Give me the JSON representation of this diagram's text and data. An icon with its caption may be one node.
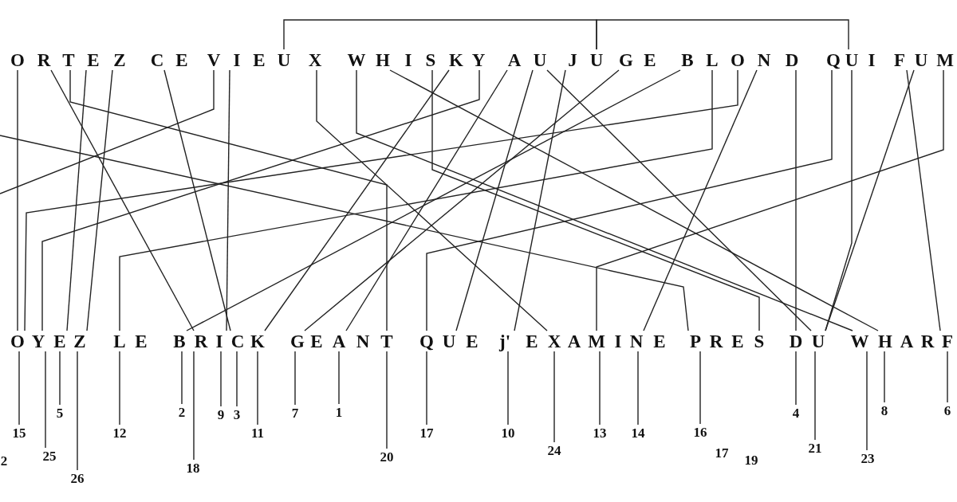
{
  "diagram": {
    "nodes": [
      {
        "text": [
          "O"
        ]
      },
      {
        "text": [
          "R"
        ]
      },
      {
        "text": [
          "T"
        ]
      },
      {
        "text": [
          "E"
        ]
      },
      {
        "text": [
          "Z"
        ]
      },
      {
        "text": [
          "C"
        ]
      },
      {
        "text": [
          "E"
        ]
      },
      {
        "text": [
          "V"
        ]
      },
      {
        "text": [
          "I"
        ]
      },
      {
        "text": [
          "E"
        ]
      },
      {
        "text": [
          "U"
        ]
      },
      {
        "text": [
          "X"
        ]
      },
      {
        "text": [
          "W"
        ]
      },
      {
        "text": [
          "H"
        ]
      },
      {
        "text": [
          "I"
        ]
      },
      {
        "text": [
          "S"
        ]
      },
      {
        "text": [
          "K"
        ]
      },
      {
        "text": [
          "Y"
        ]
      },
      {
        "text": [
          "A"
        ]
      },
      {
        "text": [
          "U"
        ]
      },
      {
        "text": [
          "J"
        ]
      },
      {
        "text": [
          "U"
        ]
      },
      {
        "text": [
          "G"
        ]
      },
      {
        "text": [
          "E"
        ]
      },
      {
        "text": [
          "B"
        ]
      },
      {
        "text": [
          "L"
        ]
      },
      {
        "text": [
          "O"
        ]
      },
      {
        "text": [
          "N"
        ]
      },
      {
        "text": [
          "D"
        ]
      },
      {
        "text": [
          "Q"
        ]
      },
      {
        "text": [
          "U"
        ]
      },
      {
        "text": [
          "I"
        ]
      },
      {
        "text": [
          "F"
        ]
      },
      {
        "text": [
          "U"
        ]
      },
      {
        "text": [
          "M"
        ]
      },
      {
        "text": [
          "O"
        ]
      },
      {
        "text": [
          "Y"
        ]
      },
      {
        "text": [
          "E"
        ]
      },
      {
        "text": [
          "Z"
        ]
      },
      {
        "text": [
          "L"
        ]
      },
      {
        "text": [
          "E"
        ]
      },
      {
        "text": [
          "B"
        ]
      },
      {
        "text": [
          "R"
        ]
      },
      {
        "text": [
          "I"
        ]
      },
      {
        "text": [
          "C"
        ]
      },
      {
        "text": [
          "K"
        ]
      },
      {
        "text": [
          "G"
        ]
      },
      {
        "text": [
          "E"
        ]
      },
      {
        "text": [
          "A"
        ]
      },
      {
        "text": [
          "N"
        ]
      },
      {
        "text": [
          "T"
        ]
      },
      {
        "text": [
          "Q"
        ]
      },
      {
        "text": [
          "U"
        ]
      },
      {
        "text": [
          "E"
        ]
      },
      {
        "text": [
          "j'"
        ]
      },
      {
        "text": [
          "E"
        ]
      },
      {
        "text": [
          "X"
        ]
      },
      {
        "text": [
          "A"
        ]
      },
      {
        "text": [
          "M"
        ]
      },
      {
        "text": [
          "I"
        ]
      },
      {
        "text": [
          "N"
        ]
      },
      {
        "text": [
          "E"
        ]
      },
      {
        "text": [
          "P"
        ]
      },
      {
        "text": [
          "R"
        ]
      },
      {
        "text": [
          "E"
        ]
      },
      {
        "text": [
          "S"
        ]
      },
      {
        "text": [
          "D"
        ]
      },
      {
        "text": [
          "U"
        ]
      },
      {
        "text": [
          "W"
        ]
      },
      {
        "text": [
          "H"
        ]
      },
      {
        "text": [
          "A"
        ]
      },
      {
        "text": [
          "R"
        ]
      },
      {
        "text": [
          "F"
        ]
      },
      {
        "text": [
          "15"
        ]
      },
      {
        "text": [
          "25"
        ]
      },
      {
        "text": [
          "5"
        ]
      },
      {
        "text": [
          "26"
        ]
      },
      {
        "text": [
          "12"
        ]
      },
      {
        "text": [
          "2"
        ]
      },
      {
        "text": [
          "18"
        ]
      },
      {
        "text": [
          "9"
        ]
      },
      {
        "text": [
          "3"
        ]
      },
      {
        "text": [
          "11"
        ]
      },
      {
        "text": [
          "7"
        ]
      },
      {
        "text": [
          "1"
        ]
      },
      {
        "text": [
          "20"
        ]
      },
      {
        "text": [
          "17"
        ]
      },
      {
        "text": [
          "10"
        ]
      },
      {
        "text": [
          "24"
        ]
      },
      {
        "text": [
          "13"
        ]
      },
      {
        "text": [
          "14"
        ]
      },
      {
        "text": [
          "16"
        ]
      },
      {
        "text": [
          "4"
        ]
      },
      {
        "text": [
          "21"
        ]
      },
      {
        "text": [
          "23"
        ]
      },
      {
        "text": [
          "8"
        ]
      },
      {
        "text": [
          "6"
        ]
      }
    ],
    "edges": [
      {
        "from": 10,
        "to": 21,
        "arrow": "none"
      },
      {
        "from": 21,
        "to": 30,
        "arrow": "none"
      },
      {
        "from": 0,
        "to": 35,
        "arrow": "none"
      },
      {
        "from": 1,
        "to": 42,
        "arrow": "none"
      },
      {
        "from": 2,
        "to": 50,
        "arrow": "none"
      },
      {
        "from": 3,
        "to": 37,
        "arrow": "none"
      },
      {
        "from": 4,
        "to": 38,
        "arrow": "none"
      },
      {
        "from": 5,
        "to": 44,
        "arrow": "none"
      },
      {
        "from": 7,
        "to": null,
        "arrow": "none"
      },
      {
        "from": 8,
        "to": 43,
        "arrow": "none"
      },
      {
        "from": 11,
        "to": 56,
        "arrow": "none"
      },
      {
        "from": 12,
        "to": 68,
        "arrow": "none"
      },
      {
        "from": 13,
        "to": 69,
        "arrow": "none"
      },
      {
        "from": 15,
        "to": 65,
        "arrow": "none"
      },
      {
        "from": 16,
        "to": 45,
        "arrow": "none"
      },
      {
        "from": 17,
        "to": 36,
        "arrow": "none"
      },
      {
        "from": 18,
        "to": 48,
        "arrow": "none"
      },
      {
        "from": 19,
        "to": 52,
        "arrow": "none"
      },
      {
        "from": 19,
        "to": 67,
        "arrow": "none"
      },
      {
        "from": 20,
        "to": 54,
        "arrow": "none"
      },
      {
        "from": 22,
        "to": 46,
        "arrow": "none"
      },
      {
        "from": 24,
        "to": 41,
        "arrow": "none"
      },
      {
        "from": 25,
        "to": 39,
        "arrow": "none"
      },
      {
        "from": 26,
        "to": 35,
        "arrow": "none"
      },
      {
        "from": 27,
        "to": 60,
        "arrow": "none"
      },
      {
        "from": 28,
        "to": 66,
        "arrow": "none"
      },
      {
        "from": 29,
        "to": 51,
        "arrow": "none"
      },
      {
        "from": 30,
        "to": 67,
        "arrow": "none"
      },
      {
        "from": 32,
        "to": 72,
        "arrow": "none"
      },
      {
        "from": 33,
        "to": 67,
        "arrow": "none"
      },
      {
        "from": 34,
        "to": 58,
        "arrow": "none"
      },
      {
        "from": null,
        "to": 62,
        "arrow": "none"
      },
      {
        "from": 35,
        "to": 73,
        "arrow": "none"
      },
      {
        "from": 36,
        "to": 74,
        "arrow": "none"
      },
      {
        "from": 37,
        "to": 75,
        "arrow": "none"
      },
      {
        "from": 38,
        "to": 76,
        "arrow": "none"
      },
      {
        "from": 39,
        "to": 77,
        "arrow": "none"
      },
      {
        "from": 41,
        "to": 78,
        "arrow": "none"
      },
      {
        "from": 42,
        "to": 79,
        "arrow": "none"
      },
      {
        "from": 43,
        "to": 80,
        "arrow": "none"
      },
      {
        "from": 44,
        "to": 81,
        "arrow": "none"
      },
      {
        "from": 45,
        "to": 82,
        "arrow": "none"
      },
      {
        "from": 46,
        "to": 83,
        "arrow": "none"
      },
      {
        "from": 48,
        "to": 84,
        "arrow": "none"
      },
      {
        "from": 50,
        "to": 85,
        "arrow": "none"
      },
      {
        "from": 51,
        "to": 86,
        "arrow": "none"
      },
      {
        "from": 54,
        "to": 87,
        "arrow": "none"
      },
      {
        "from": 56,
        "to": 88,
        "arrow": "none"
      },
      {
        "from": 58,
        "to": 89,
        "arrow": "none"
      },
      {
        "from": 60,
        "to": 90,
        "arrow": "none"
      },
      {
        "from": 62,
        "to": 91,
        "arrow": "none"
      },
      {
        "from": 66,
        "to": 92,
        "arrow": "none"
      },
      {
        "from": 67,
        "to": 93,
        "arrow": "none"
      },
      {
        "from": 68,
        "to": 94,
        "arrow": "none"
      },
      {
        "from": 69,
        "to": 95,
        "arrow": "none"
      },
      {
        "from": 72,
        "to": 96,
        "arrow": "none"
      }
    ],
    "labels": [
      "2",
      "17",
      "19"
    ]
  }
}
